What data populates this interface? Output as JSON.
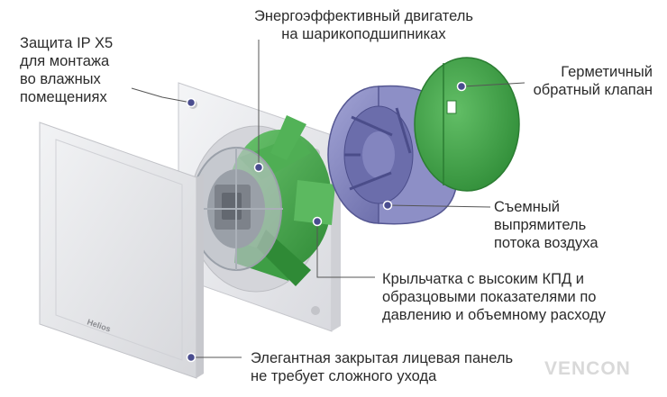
{
  "brand_logo": "Helios",
  "watermark": "VENCON",
  "colors": {
    "frame": "#ebecef",
    "panel": "#e6e7ea",
    "impeller": "#3e9e45",
    "straightener": "#7a7cb8",
    "valve": "#3ea146",
    "leader": "#555555",
    "marker": "#4a4d8f"
  },
  "callouts": {
    "ip": {
      "lines": [
        "Защита IP X5",
        "для монтажа",
        "во влажных",
        "помещениях"
      ]
    },
    "motor": {
      "lines": [
        "Энергоэффективный двигатель",
        "на шарикоподшипниках"
      ]
    },
    "valve": {
      "lines": [
        "Герметичный",
        "обратный клапан"
      ]
    },
    "straightener": {
      "lines": [
        "Съемный",
        "выпрямитель",
        "потока воздуха"
      ]
    },
    "impeller": {
      "lines": [
        "Крыльчатка с высоким КПД и",
        "образцовыми показателями по",
        "давлению и объемному расходу"
      ]
    },
    "panel": {
      "lines": [
        "Элегантная закрытая лицевая панель",
        "не требует сложного ухода"
      ]
    }
  }
}
